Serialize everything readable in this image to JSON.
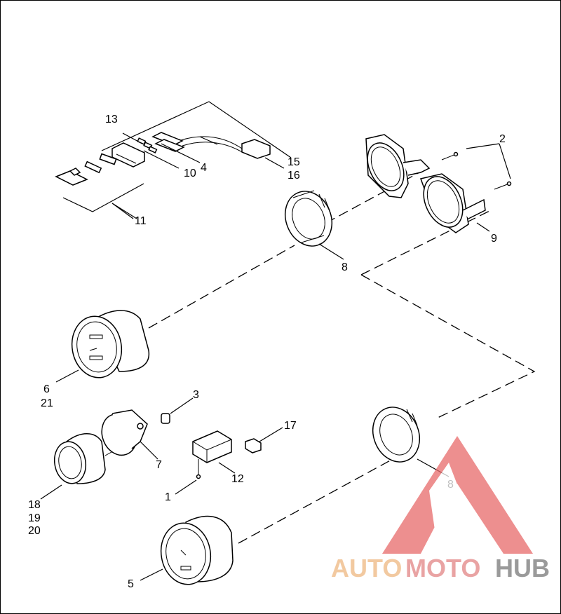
{
  "callouts": {
    "c1": "1",
    "c2": "2",
    "c3": "3",
    "c4": "4",
    "c5": "5",
    "c6": "6",
    "c21": "21",
    "c7": "7",
    "c8a": "8",
    "c8b": "8",
    "c9": "9",
    "c10": "10",
    "c11": "11",
    "c12": "12",
    "c13": "13",
    "c15": "15",
    "c16": "16",
    "c17": "17",
    "c18": "18",
    "c19": "19",
    "c20": "20"
  },
  "watermark": {
    "part1": "AUTO",
    "part2": "MOTO",
    "part3": "HUB",
    "color_auto": "#f2c9a0",
    "color_moto": "#e9a3a3",
    "color_hub": "#9a9a9a",
    "logo_color": "#e86a6a"
  }
}
